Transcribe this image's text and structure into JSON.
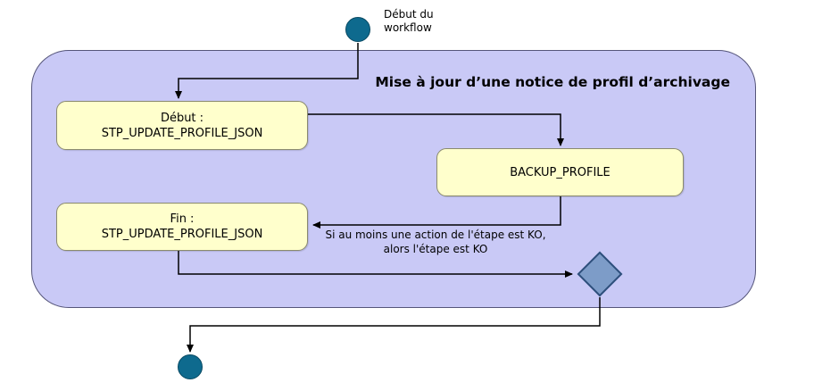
{
  "diagram": {
    "title": "Mise à jour d’une notice de profil d’archivage",
    "start_node": {
      "label_line1": "Début du",
      "label_line2": "workflow"
    },
    "steps": {
      "debut": {
        "line1": "Début :",
        "line2": "STP_UPDATE_PROFILE_JSON"
      },
      "backup": {
        "label": "BACKUP_PROFILE"
      },
      "fin": {
        "line1": "Fin :",
        "line2": "STP_UPDATE_PROFILE_JSON"
      }
    },
    "condition": {
      "line1": "Si au moins une action de l'étape est KO,",
      "line2": "alors l'étape est KO"
    },
    "colors": {
      "partition_fill": "#c9c9f6",
      "partition_border": "#55557a",
      "activity_fill": "#ffffcc",
      "activity_border": "#8a8a6e",
      "terminal_fill": "#0e6a8e",
      "diamond_fill": "#7d9cc8",
      "diamond_border": "#2e4f7c",
      "connector": "#000000"
    }
  }
}
